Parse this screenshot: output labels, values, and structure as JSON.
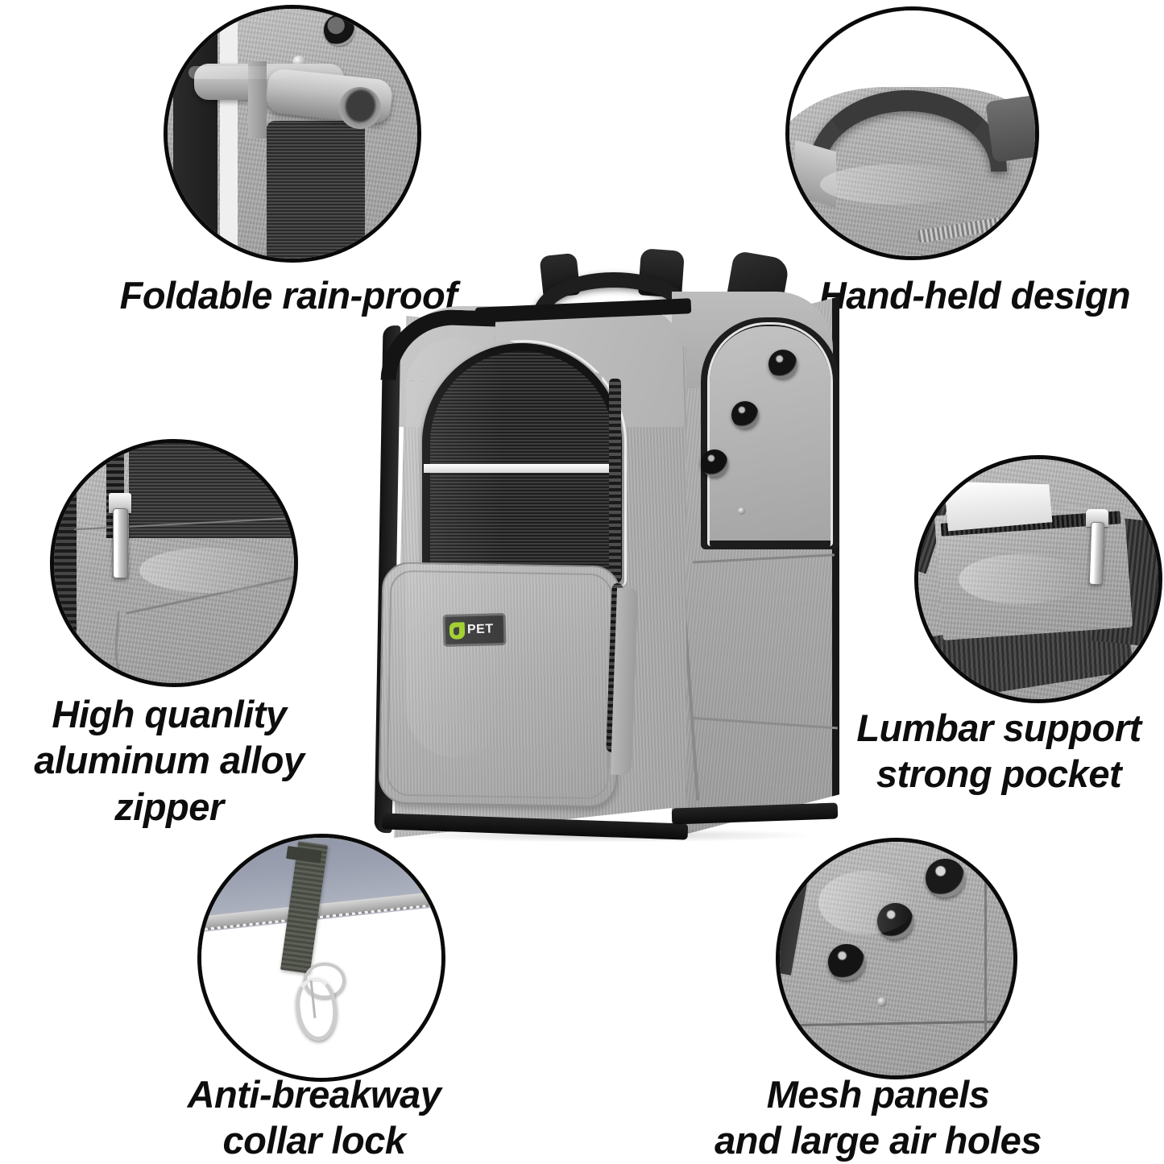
{
  "page": {
    "type": "product-feature-infographic",
    "background_color": "#ffffff",
    "product_name": "Pet carrier backpack",
    "brand_logo_text": "PET",
    "brand_logo_color": "#9fcf2a"
  },
  "features": [
    {
      "id": "foldable-rain-proof",
      "label": "Foldable rain-proof",
      "detail": "rolled-up rain cover attached at top of carrier",
      "position": "top-left"
    },
    {
      "id": "hand-held-design",
      "label": "Hand-held design",
      "detail": "padded top carry handle",
      "position": "top-right"
    },
    {
      "id": "aluminum-alloy-zipper",
      "label": "High quanlity\naluminum alloy\nzipper",
      "detail": "silver metal zipper pull on gray fabric beside black mesh",
      "position": "middle-left"
    },
    {
      "id": "lumbar-support-pocket",
      "label": "Lumbar support\nstrong pocket",
      "detail": "zippered back pocket holding a white card",
      "position": "middle-right"
    },
    {
      "id": "anti-breakaway-collar-lock",
      "label": "Anti-breakway\ncollar lock",
      "detail": "webbing strap with metal snap hook",
      "position": "bottom-left"
    },
    {
      "id": "mesh-panels-air-holes",
      "label": "Mesh panels\nand large air holes",
      "detail": "three grommet air holes on side panel",
      "position": "bottom-right"
    }
  ],
  "colors": {
    "fabric_gray": "#a9a9a9",
    "fabric_light_gray": "#c2c2c2",
    "trim_black": "#1a1a1a",
    "mesh_black": "#3a3a3a",
    "outline_black": "#0a0a0a",
    "reflective_white": "#f0f0f0",
    "metal_silver": "#d8d8d8",
    "text_black": "#0d0d0d"
  }
}
